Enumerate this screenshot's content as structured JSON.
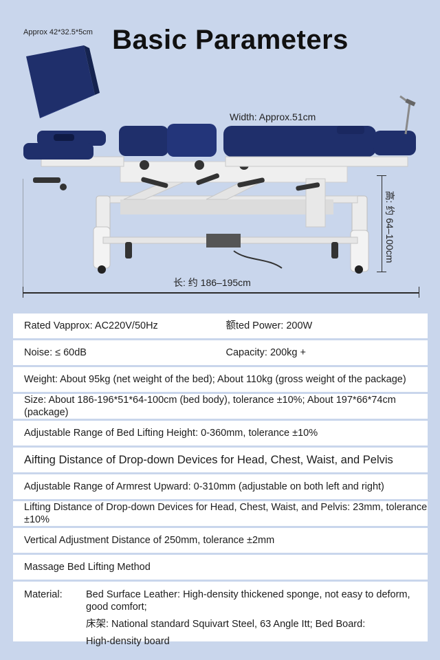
{
  "header": {
    "title": "Basic Parameters",
    "headrest_size": "Approx 42*32.5*5cm",
    "width_label": "Width: Approx.51cm",
    "length_label": "长: 约 186–195cm",
    "height_label": "高: 约 64–100cm"
  },
  "colors": {
    "background": "#c9d6ec",
    "upholstery": "#1f2f6b",
    "frame": "#eeeeee",
    "table_bg": "#ffffff"
  },
  "specs": {
    "rated_voltage": "Rated Vapprox: AC220V/50Hz",
    "rated_power": "额ted Power:  200W",
    "noise": "Noise:  ≤ 60dB",
    "capacity": "Capacity: 200kg +",
    "weight": "Weight: About 95kg (net weight of the bed); About 110kg (gross weight of the package)",
    "size": "Size: About 186-196*51*64-100cm (bed body), tolerance ±10%; About 197*66*74cm (package)",
    "lifting_range": "Adjustable Range of Bed Lifting Height: 0-360mm, tolerance ±10%",
    "drop_heading": "Aifting Distance of Drop-down Devices for Head, Chest, Waist, and Pelvis",
    "armrest": "Adjustable Range of Armrest Upward: 0-310mm (adjustable on both left and right)",
    "drop_distance": "Lifting Distance of Drop-down Devices for Head, Chest, Waist, and Pelvis: 23mm, tolerance ±10%",
    "vertical": "Vertical Adjustment Distance of 250mm, tolerance ±2mm",
    "method": "Massage Bed Lifting Method",
    "material_label": "Material:",
    "material_line1": "Bed Surface Leather: High-density thickened sponge, not easy to deform, good comfort;",
    "material_line2": "床架: National standard Squivart Steel, 63 Angle Itt; Bed Board:",
    "material_line3": "High-density board"
  }
}
